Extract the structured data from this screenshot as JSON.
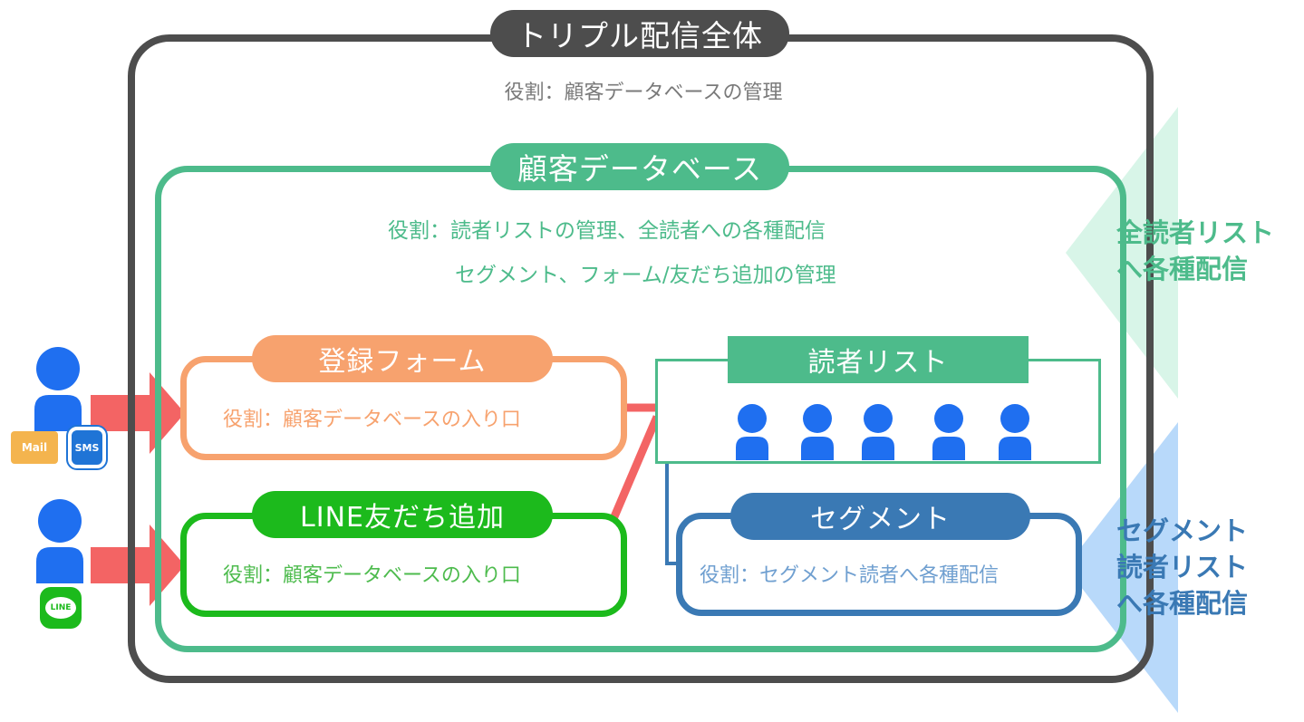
{
  "outer": {
    "title": "トリプル配信全体",
    "role": "役割：顧客データベースの管理",
    "color": "#4d4d4d"
  },
  "database": {
    "title": "顧客データベース",
    "role_line1": "役割：読者リストの管理、全読者への各種配信",
    "role_line2": "セグメント、フォーム/友だち追加の管理",
    "color": "#4dbb8b"
  },
  "form": {
    "title": "登録フォーム",
    "role": "役割：顧客データベースの入り口",
    "color": "#f7a26e"
  },
  "line_friend": {
    "title": "LINE友だち追加",
    "role": "役割：顧客データベースの入り口",
    "color": "#1cba1c"
  },
  "readers": {
    "title": "読者リスト",
    "person_count": 5,
    "person_color": "#1f6ff0"
  },
  "segment": {
    "title": "セグメント",
    "role": "役割：セグメント読者へ各種配信",
    "color": "#3a79b4"
  },
  "notes": {
    "all_readers_line1": "全読者リスト",
    "all_readers_line2": "へ各種配信",
    "segment_line1": "セグメント",
    "segment_line2": "読者リスト",
    "segment_line3": "へ各種配信"
  },
  "entry_icons": {
    "mail": "Mail",
    "sms": "SMS",
    "line": "LINE"
  },
  "icons": [
    "user-icon",
    "mail-icon",
    "sms-phone-icon",
    "line-app-icon",
    "arrow-right-icon"
  ]
}
